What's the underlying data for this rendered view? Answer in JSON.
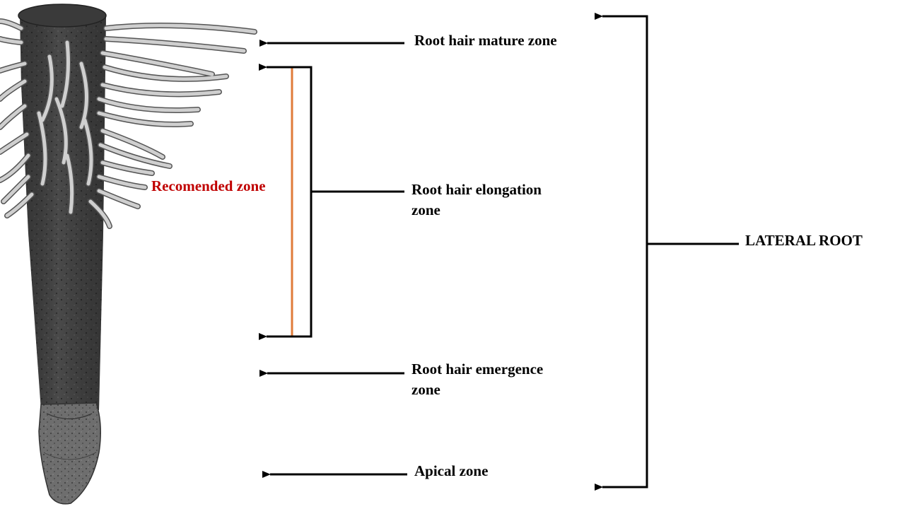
{
  "labels": {
    "mature": "Root hair mature zone",
    "elongation_line1": "Root hair elongation",
    "elongation_line2": "zone",
    "emergence_line1": "Root hair emergence",
    "emergence_line2": "zone",
    "apical": "Apical zone",
    "recommended": "Recomended zone",
    "lateral_root": "LATERAL ROOT"
  },
  "colors": {
    "text": "#000000",
    "recommended_text": "#c00000",
    "recommended_line": "#e07b39",
    "arrows": "#000000"
  }
}
